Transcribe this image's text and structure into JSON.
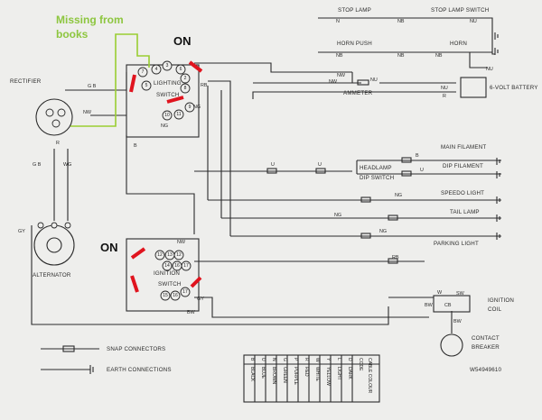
{
  "annotations": {
    "missing_line1": "Missing from",
    "missing_line2": "books",
    "on_lighting": "ON",
    "on_ignition": "ON"
  },
  "components": {
    "stop_lamp": "STOP LAMP",
    "stop_lamp_switch": "STOP LAMP SWITCH",
    "horn_push": "HORN PUSH",
    "horn": "HORN",
    "rectifier": "RECTIFIER",
    "lighting_switch_1": "LIGHTING",
    "lighting_switch_2": "SWITCH",
    "ammeter": "AMMETER",
    "battery": "6-VOLT BATTERY",
    "main_filament": "MAIN FILAMENT",
    "dip_filament": "DIP FILAMENT",
    "headlamp_dip_switch_1": "HEADLAMP",
    "headlamp_dip_switch_2": "DIP SWITCH",
    "speedo_light": "SPEEDO LIGHT",
    "tail_lamp": "TAIL LAMP",
    "parking_light": "PARKING LIGHT",
    "alternator": "ALTERNATOR",
    "ignition_switch_1": "IGNITION",
    "ignition_switch_2": "SWITCH",
    "ignition_coil_1": "IGNITION",
    "ignition_coil_2": "COIL",
    "contact_breaker_1": "CONTACT",
    "contact_breaker_2": "BREAKER",
    "cb_mark": "CB",
    "sw_mark": "SW"
  },
  "wire_codes": {
    "N": "N",
    "NW": "NW",
    "NB": "NB",
    "NU": "NU",
    "GB": "G B",
    "RB": "RB",
    "R": "R",
    "NG": "NG",
    "B": "B",
    "U": "U",
    "GY": "GY",
    "WG": "WG",
    "BW": "BW",
    "W": "W",
    "GW": "GW"
  },
  "lighting_terminals": [
    "4",
    "3",
    "6",
    "2",
    "8",
    "7",
    "5",
    "9",
    "10",
    "11"
  ],
  "ignition_terminals": [
    "12",
    "13",
    "12",
    "14",
    "16",
    "17",
    "15",
    "16",
    "17"
  ],
  "legend": {
    "snap_connectors": "SNAP CONNECTORS",
    "earth_connections": "EARTH CONNECTIONS",
    "drawing_number": "W54949610"
  },
  "colour_key": {
    "header_code": "CODE",
    "header_colour": "CABLE COLOUR",
    "rows": [
      {
        "code": "B",
        "colour": "BLACK"
      },
      {
        "code": "U",
        "colour": "BLUE"
      },
      {
        "code": "N",
        "colour": "BROWN"
      },
      {
        "code": "G",
        "colour": "GREEN"
      },
      {
        "code": "P",
        "colour": "PURPLE"
      },
      {
        "code": "R",
        "colour": "RED"
      },
      {
        "code": "W",
        "colour": "WHITE"
      },
      {
        "code": "Y",
        "colour": "YELLOW"
      },
      {
        "code": "L",
        "colour": "LIGHT"
      },
      {
        "code": "D",
        "colour": "DARK"
      }
    ]
  },
  "colors": {
    "background": "#eeeeec",
    "ink": "#2b2b2b",
    "switch_marks": "#e0141e",
    "added_wire": "#9acd32"
  }
}
